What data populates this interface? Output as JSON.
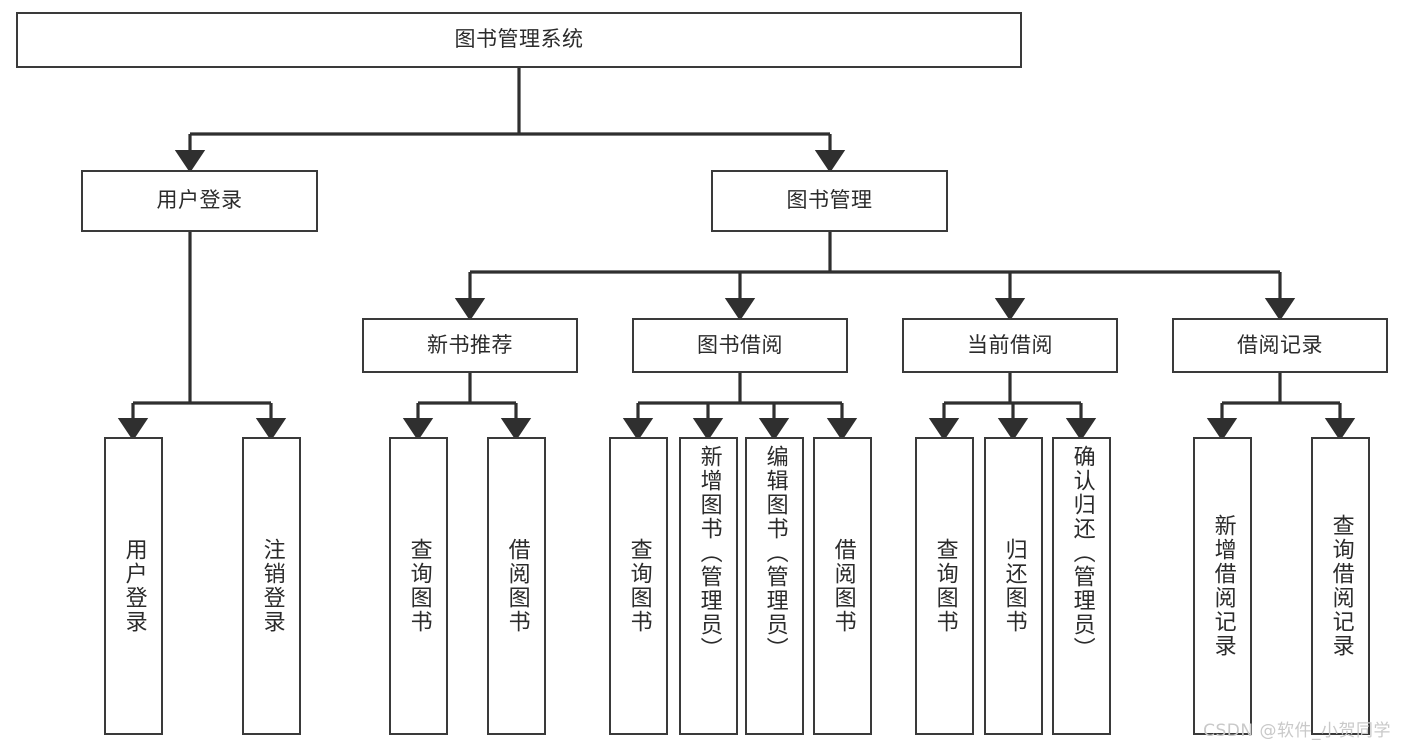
{
  "diagram": {
    "title": "图书管理系统",
    "type": "tree",
    "watermark": "CSDN @软件_小贺同学",
    "colors": {
      "box_border": "#3a3a3a",
      "box_fill": "#ffffff",
      "edge": "#2f2f2f",
      "text": "#2b2b2b",
      "watermark": "#c9c9c9",
      "background": "#ffffff"
    },
    "nodes": {
      "root": {
        "label": "图书管理系统",
        "level": 1
      },
      "user_login": {
        "label": "用户登录",
        "level": 2
      },
      "book_manage": {
        "label": "图书管理",
        "level": 2
      },
      "new_book_rec": {
        "label": "新书推荐",
        "level": 3
      },
      "book_borrow": {
        "label": "图书借阅",
        "level": 3
      },
      "current_borrow": {
        "label": "当前借阅",
        "level": 3
      },
      "borrow_record": {
        "label": "借阅记录",
        "level": 3
      },
      "leaf_user_login": {
        "label": "用户登录",
        "level": 3
      },
      "leaf_logout": {
        "label": "注销登录",
        "level": 3
      },
      "leaf_query_book_1": {
        "label": "查询图书",
        "level": 4
      },
      "leaf_borrow_book_1": {
        "label": "借阅图书",
        "level": 4
      },
      "leaf_query_book_2": {
        "label": "查询图书",
        "level": 4
      },
      "leaf_add_book": {
        "label": "新增图书（管理员）",
        "level": 4
      },
      "leaf_edit_book": {
        "label": "编辑图书（管理员）",
        "level": 4
      },
      "leaf_borrow_book_2": {
        "label": "借阅图书",
        "level": 4
      },
      "leaf_query_book_3": {
        "label": "查询图书",
        "level": 4
      },
      "leaf_return_book": {
        "label": "归还图书",
        "level": 4
      },
      "leaf_confirm_return": {
        "label": "确认归还（管理员）",
        "level": 4
      },
      "leaf_add_record": {
        "label": "新增借阅记录",
        "level": 4
      },
      "leaf_query_record": {
        "label": "查询借阅记录",
        "level": 4
      }
    },
    "edges": [
      {
        "from": "root",
        "to": "user_login"
      },
      {
        "from": "root",
        "to": "book_manage"
      },
      {
        "from": "user_login",
        "to": "leaf_user_login"
      },
      {
        "from": "user_login",
        "to": "leaf_logout"
      },
      {
        "from": "book_manage",
        "to": "new_book_rec"
      },
      {
        "from": "book_manage",
        "to": "book_borrow"
      },
      {
        "from": "book_manage",
        "to": "current_borrow"
      },
      {
        "from": "book_manage",
        "to": "borrow_record"
      },
      {
        "from": "new_book_rec",
        "to": "leaf_query_book_1"
      },
      {
        "from": "new_book_rec",
        "to": "leaf_borrow_book_1"
      },
      {
        "from": "book_borrow",
        "to": "leaf_query_book_2"
      },
      {
        "from": "book_borrow",
        "to": "leaf_add_book"
      },
      {
        "from": "book_borrow",
        "to": "leaf_edit_book"
      },
      {
        "from": "book_borrow",
        "to": "leaf_borrow_book_2"
      },
      {
        "from": "current_borrow",
        "to": "leaf_query_book_3"
      },
      {
        "from": "current_borrow",
        "to": "leaf_return_book"
      },
      {
        "from": "current_borrow",
        "to": "leaf_confirm_return"
      },
      {
        "from": "borrow_record",
        "to": "leaf_add_record"
      },
      {
        "from": "borrow_record",
        "to": "leaf_query_record"
      }
    ]
  }
}
